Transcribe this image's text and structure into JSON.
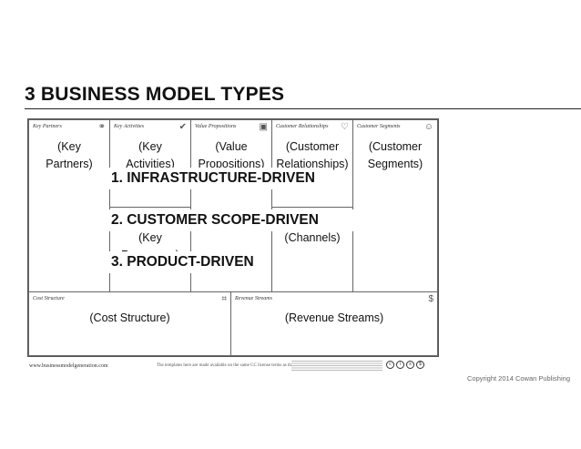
{
  "slide": {
    "title": "3 BUSINESS MODEL TYPES",
    "copyright": "Copyright 2014 Cowan Publishing"
  },
  "canvas": {
    "headers": {
      "key_partners": "Key Partners",
      "key_activities": "Key Activities",
      "value_propositions": "Value Propositions",
      "customer_relationships": "Customer Relationships",
      "customer_segments": "Customer Segments",
      "cost_structure": "Cost Structure",
      "revenue_streams": "Revenue Streams"
    },
    "labels": {
      "key_partners": "(Key\nPartners)",
      "key_activities": "(Key\nActivities)",
      "value_propositions": "(Value\nPropositions)",
      "customer_relationships": "(Customer\nRelationships)",
      "customer_segments": "(Customer\nSegments)",
      "key_resources": "(Key\nResources)",
      "channels": "(Channels)",
      "cost_structure": "(Cost Structure)",
      "revenue_streams": "(Revenue Streams)"
    },
    "footer_url": "www.businessmodelgeneration.com",
    "footer_note": "The templates here are made available on the same CC license terms as the original canvas."
  },
  "banners": {
    "infrastructure": "1. INFRASTRUCTURE-DRIVEN",
    "customer_scope": "2. CUSTOMER SCOPE-DRIVEN",
    "product": "3. PRODUCT-DRIVEN"
  },
  "icons": [
    "link-icon",
    "check-icon",
    "gift-icon",
    "heart-icon",
    "people-icon",
    "key-icon",
    "truck-icon",
    "tag-icon",
    "money-bag-icon"
  ]
}
